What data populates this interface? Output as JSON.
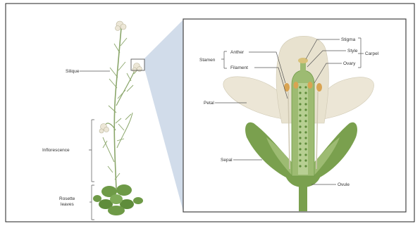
{
  "figure": {
    "left_labels": {
      "silique": "Silique",
      "inflorescence": "Inflorescence",
      "rosette_leaves": "Rosette leaves"
    },
    "flower_labels": {
      "stamen": "Stamen",
      "anther": "Anther",
      "filament": "Filament",
      "stigma": "Stigma",
      "style": "Style",
      "ovary": "Ovary",
      "carpel": "Carpel",
      "petal": "Petal",
      "sepal": "Sepal",
      "ovule": "Ovule"
    },
    "colors": {
      "frame": "#222222",
      "stem_green": "#8aa66a",
      "leaf_green": "#6e9a47",
      "sepal_green": "#7aa04e",
      "petal_cream": "#ece6d6",
      "pistil_green": "#9dbb72",
      "anther_orange": "#d9a452",
      "zoom_blue": "#c9d6e6"
    }
  }
}
